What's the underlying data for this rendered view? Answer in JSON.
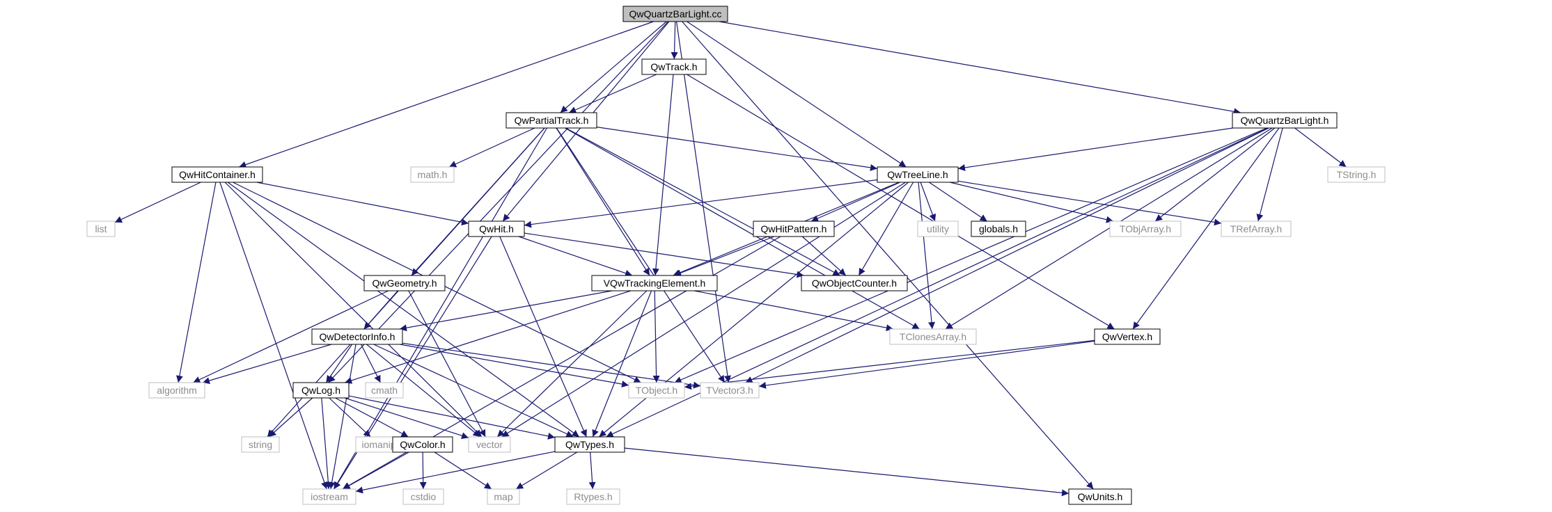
{
  "graph": {
    "style": {
      "edge_color": "#191970",
      "doc_border": "#000000",
      "ext_border": "#bfbfbf",
      "root_fill": "#bfbfbf",
      "ext_text": "#8c8c8c"
    },
    "nodes": [
      {
        "id": "root",
        "label": "QwQuartzBarLight.cc",
        "kind": "root"
      },
      {
        "id": "qwtrack",
        "label": "QwTrack.h",
        "kind": "doc"
      },
      {
        "id": "qwpartialtrack",
        "label": "QwPartialTrack.h",
        "kind": "doc"
      },
      {
        "id": "qwquartzbarlight_h",
        "label": "QwQuartzBarLight.h",
        "kind": "doc"
      },
      {
        "id": "qwhitcontainer",
        "label": "QwHitContainer.h",
        "kind": "doc"
      },
      {
        "id": "math",
        "label": "math.h",
        "kind": "ext"
      },
      {
        "id": "tstring",
        "label": "TString.h",
        "kind": "ext"
      },
      {
        "id": "qwtreeline",
        "label": "QwTreeLine.h",
        "kind": "doc"
      },
      {
        "id": "list",
        "label": "list",
        "kind": "ext"
      },
      {
        "id": "qwhit",
        "label": "QwHit.h",
        "kind": "doc"
      },
      {
        "id": "qwhitpattern",
        "label": "QwHitPattern.h",
        "kind": "doc"
      },
      {
        "id": "utility",
        "label": "utility",
        "kind": "ext"
      },
      {
        "id": "globals",
        "label": "globals.h",
        "kind": "doc"
      },
      {
        "id": "tobjarray",
        "label": "TObjArray.h",
        "kind": "ext"
      },
      {
        "id": "trefarray",
        "label": "TRefArray.h",
        "kind": "ext"
      },
      {
        "id": "qwgeometry",
        "label": "QwGeometry.h",
        "kind": "doc"
      },
      {
        "id": "vqwtracking",
        "label": "VQwTrackingElement.h",
        "kind": "doc"
      },
      {
        "id": "qwobjcounter",
        "label": "QwObjectCounter.h",
        "kind": "doc"
      },
      {
        "id": "qwdetectorinfo",
        "label": "QwDetectorInfo.h",
        "kind": "doc"
      },
      {
        "id": "tclonesarray",
        "label": "TClonesArray.h",
        "kind": "ext"
      },
      {
        "id": "qwvertex",
        "label": "QwVertex.h",
        "kind": "doc"
      },
      {
        "id": "algorithm",
        "label": "algorithm",
        "kind": "ext"
      },
      {
        "id": "qwlog",
        "label": "QwLog.h",
        "kind": "doc"
      },
      {
        "id": "cmath",
        "label": "cmath",
        "kind": "ext"
      },
      {
        "id": "tobject",
        "label": "TObject.h",
        "kind": "ext"
      },
      {
        "id": "tvector3",
        "label": "TVector3.h",
        "kind": "ext"
      },
      {
        "id": "string",
        "label": "string",
        "kind": "ext"
      },
      {
        "id": "iomanip",
        "label": "iomanip",
        "kind": "ext"
      },
      {
        "id": "qwcolor",
        "label": "QwColor.h",
        "kind": "doc"
      },
      {
        "id": "vector",
        "label": "vector",
        "kind": "ext"
      },
      {
        "id": "qwtypes",
        "label": "QwTypes.h",
        "kind": "doc"
      },
      {
        "id": "iostream",
        "label": "iostream",
        "kind": "ext"
      },
      {
        "id": "cstdio",
        "label": "cstdio",
        "kind": "ext"
      },
      {
        "id": "map",
        "label": "map",
        "kind": "ext"
      },
      {
        "id": "rtypes",
        "label": "Rtypes.h",
        "kind": "ext"
      },
      {
        "id": "qwunits",
        "label": "QwUnits.h",
        "kind": "doc"
      }
    ],
    "edges": [
      {
        "from": "root",
        "to": "qwtrack"
      },
      {
        "from": "root",
        "to": "qwpartialtrack"
      },
      {
        "from": "root",
        "to": "qwhitcontainer"
      },
      {
        "from": "root",
        "to": "qwlog"
      },
      {
        "from": "root",
        "to": "qwhit"
      },
      {
        "from": "root",
        "to": "qwtreeline"
      },
      {
        "from": "root",
        "to": "qwquartzbarlight_h"
      },
      {
        "from": "root",
        "to": "tvector3"
      },
      {
        "from": "root",
        "to": "qwunits"
      },
      {
        "from": "qwtrack",
        "to": "qwpartialtrack"
      },
      {
        "from": "qwtrack",
        "to": "vqwtracking"
      },
      {
        "from": "qwtrack",
        "to": "qwvertex"
      },
      {
        "from": "qwpartialtrack",
        "to": "math"
      },
      {
        "from": "qwpartialtrack",
        "to": "qwtreeline"
      },
      {
        "from": "qwpartialtrack",
        "to": "qwgeometry"
      },
      {
        "from": "qwpartialtrack",
        "to": "qwdetectorinfo"
      },
      {
        "from": "qwpartialtrack",
        "to": "vqwtracking"
      },
      {
        "from": "qwpartialtrack",
        "to": "qwobjcounter"
      },
      {
        "from": "qwpartialtrack",
        "to": "tclonesarray"
      },
      {
        "from": "qwpartialtrack",
        "to": "tvector3"
      },
      {
        "from": "qwpartialtrack",
        "to": "iostream"
      },
      {
        "from": "qwquartzbarlight_h",
        "to": "qwtreeline"
      },
      {
        "from": "qwquartzbarlight_h",
        "to": "tstring"
      },
      {
        "from": "qwquartzbarlight_h",
        "to": "tobjarray"
      },
      {
        "from": "qwquartzbarlight_h",
        "to": "trefarray"
      },
      {
        "from": "qwquartzbarlight_h",
        "to": "tclonesarray"
      },
      {
        "from": "qwquartzbarlight_h",
        "to": "tobject"
      },
      {
        "from": "qwquartzbarlight_h",
        "to": "qwvertex"
      },
      {
        "from": "qwquartzbarlight_h",
        "to": "tvector3"
      },
      {
        "from": "qwquartzbarlight_h",
        "to": "qwtypes"
      },
      {
        "from": "qwhitcontainer",
        "to": "list"
      },
      {
        "from": "qwhitcontainer",
        "to": "qwhit"
      },
      {
        "from": "qwhitcontainer",
        "to": "algorithm"
      },
      {
        "from": "qwhitcontainer",
        "to": "tobject"
      },
      {
        "from": "qwhitcontainer",
        "to": "vector"
      },
      {
        "from": "qwhitcontainer",
        "to": "qwtypes"
      },
      {
        "from": "qwhitcontainer",
        "to": "iostream"
      },
      {
        "from": "qwtreeline",
        "to": "qwhit"
      },
      {
        "from": "qwtreeline",
        "to": "vqwtracking"
      },
      {
        "from": "qwtreeline",
        "to": "qwhitpattern"
      },
      {
        "from": "qwtreeline",
        "to": "qwobjcounter"
      },
      {
        "from": "qwtreeline",
        "to": "utility"
      },
      {
        "from": "qwtreeline",
        "to": "globals"
      },
      {
        "from": "qwtreeline",
        "to": "tobjarray"
      },
      {
        "from": "qwtreeline",
        "to": "trefarray"
      },
      {
        "from": "qwtreeline",
        "to": "tclonesarray"
      },
      {
        "from": "qwtreeline",
        "to": "qwtypes"
      },
      {
        "from": "qwtreeline",
        "to": "vector"
      },
      {
        "from": "qwhit",
        "to": "vqwtracking"
      },
      {
        "from": "qwhit",
        "to": "qwobjcounter"
      },
      {
        "from": "qwhit",
        "to": "qwtypes"
      },
      {
        "from": "qwhit",
        "to": "iostream"
      },
      {
        "from": "qwhitpattern",
        "to": "vqwtracking"
      },
      {
        "from": "qwhitpattern",
        "to": "qwobjcounter"
      },
      {
        "from": "qwhitpattern",
        "to": "iostream"
      },
      {
        "from": "qwgeometry",
        "to": "qwdetectorinfo"
      },
      {
        "from": "qwgeometry",
        "to": "algorithm"
      },
      {
        "from": "qwgeometry",
        "to": "vector"
      },
      {
        "from": "vqwtracking",
        "to": "qwdetectorinfo"
      },
      {
        "from": "vqwtracking",
        "to": "tclonesarray"
      },
      {
        "from": "vqwtracking",
        "to": "qwlog"
      },
      {
        "from": "vqwtracking",
        "to": "tobject"
      },
      {
        "from": "vqwtracking",
        "to": "vector"
      },
      {
        "from": "vqwtracking",
        "to": "qwtypes"
      },
      {
        "from": "qwdetectorinfo",
        "to": "algorithm"
      },
      {
        "from": "qwdetectorinfo",
        "to": "qwlog"
      },
      {
        "from": "qwdetectorinfo",
        "to": "cmath"
      },
      {
        "from": "qwdetectorinfo",
        "to": "tobject"
      },
      {
        "from": "qwdetectorinfo",
        "to": "tvector3"
      },
      {
        "from": "qwdetectorinfo",
        "to": "string"
      },
      {
        "from": "qwdetectorinfo",
        "to": "vector"
      },
      {
        "from": "qwdetectorinfo",
        "to": "qwtypes"
      },
      {
        "from": "qwdetectorinfo",
        "to": "iostream"
      },
      {
        "from": "qwvertex",
        "to": "tobject"
      },
      {
        "from": "qwvertex",
        "to": "tvector3"
      },
      {
        "from": "qwlog",
        "to": "string"
      },
      {
        "from": "qwlog",
        "to": "iomanip"
      },
      {
        "from": "qwlog",
        "to": "qwcolor"
      },
      {
        "from": "qwlog",
        "to": "vector"
      },
      {
        "from": "qwlog",
        "to": "qwtypes"
      },
      {
        "from": "qwlog",
        "to": "iostream"
      },
      {
        "from": "qwcolor",
        "to": "iostream"
      },
      {
        "from": "qwcolor",
        "to": "cstdio"
      },
      {
        "from": "qwcolor",
        "to": "map"
      },
      {
        "from": "qwtypes",
        "to": "iostream"
      },
      {
        "from": "qwtypes",
        "to": "map"
      },
      {
        "from": "qwtypes",
        "to": "rtypes"
      },
      {
        "from": "qwtypes",
        "to": "qwunits"
      }
    ]
  }
}
